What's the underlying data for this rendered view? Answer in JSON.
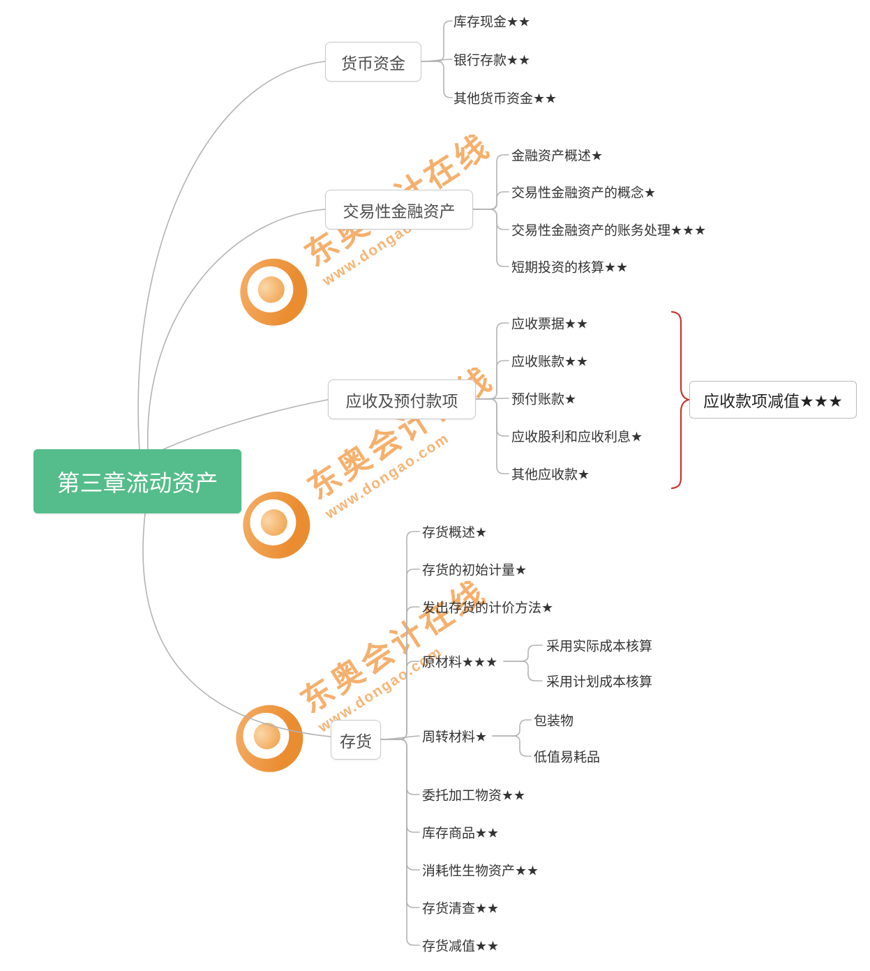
{
  "root": {
    "label": "第三章流动资产"
  },
  "watermark": {
    "brand": "东奥会计在线",
    "url": "www.dongao.com"
  },
  "colors": {
    "root_bg": "#55bd8b",
    "connector": "#b3b3b3",
    "brace": "#c9342e",
    "watermark": "#f3a254"
  },
  "branches": [
    {
      "label": "货币资金",
      "children": [
        {
          "label": "库存现金★★"
        },
        {
          "label": "银行存款★★"
        },
        {
          "label": "其他货币资金★★"
        }
      ]
    },
    {
      "label": "交易性金融资产",
      "children": [
        {
          "label": "金融资产概述★"
        },
        {
          "label": "交易性金融资产的概念★"
        },
        {
          "label": "交易性金融资产的账务处理★★★"
        },
        {
          "label": "短期投资的核算★★"
        }
      ]
    },
    {
      "label": "应收及预付款项",
      "children": [
        {
          "label": "应收票据★★"
        },
        {
          "label": "应收账款★★"
        },
        {
          "label": "预付账款★"
        },
        {
          "label": "应收股利和应收利息★"
        },
        {
          "label": "其他应收款★"
        }
      ],
      "summary": {
        "label": "应收款项减值★★★"
      }
    },
    {
      "label": "存货",
      "children": [
        {
          "label": "存货概述★"
        },
        {
          "label": "存货的初始计量★"
        },
        {
          "label": "发出存货的计价方法★"
        },
        {
          "label": "原材料★★★",
          "children": [
            {
              "label": "采用实际成本核算"
            },
            {
              "label": "采用计划成本核算"
            }
          ]
        },
        {
          "label": "周转材料★",
          "children": [
            {
              "label": "包装物"
            },
            {
              "label": "低值易耗品"
            }
          ]
        },
        {
          "label": "委托加工物资★★"
        },
        {
          "label": "库存商品★★"
        },
        {
          "label": "消耗性生物资产★★"
        },
        {
          "label": "存货清查★★"
        },
        {
          "label": "存货减值★★"
        }
      ]
    }
  ]
}
